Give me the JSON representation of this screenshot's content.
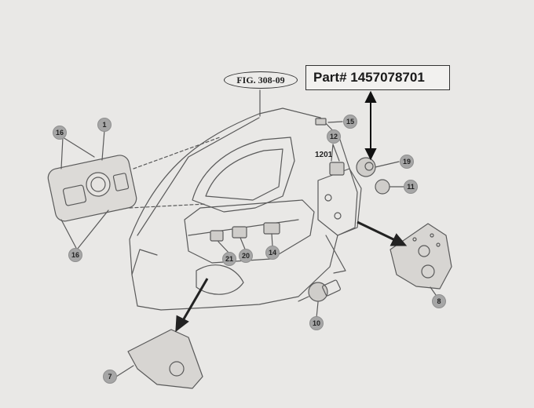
{
  "figure": {
    "label": "FIG. 308-09"
  },
  "part_box": {
    "text": "Part# 1457078701"
  },
  "callouts": [
    {
      "key": "c1",
      "text": "1"
    },
    {
      "key": "c7",
      "text": "7"
    },
    {
      "key": "c8",
      "text": "8"
    },
    {
      "key": "c10",
      "text": "10"
    },
    {
      "key": "c11",
      "text": "11"
    },
    {
      "key": "c12",
      "text": "12"
    },
    {
      "key": "c14",
      "text": "14"
    },
    {
      "key": "c15",
      "text": "15"
    },
    {
      "key": "c16a",
      "text": "16"
    },
    {
      "key": "c16b",
      "text": "16"
    },
    {
      "key": "c19",
      "text": "19"
    },
    {
      "key": "c20",
      "text": "20"
    },
    {
      "key": "c21",
      "text": "21"
    }
  ],
  "label_1201": "1201",
  "colors": {
    "paper": "#e9e8e6",
    "line": "#555555",
    "callout": "#a6a6a6"
  }
}
